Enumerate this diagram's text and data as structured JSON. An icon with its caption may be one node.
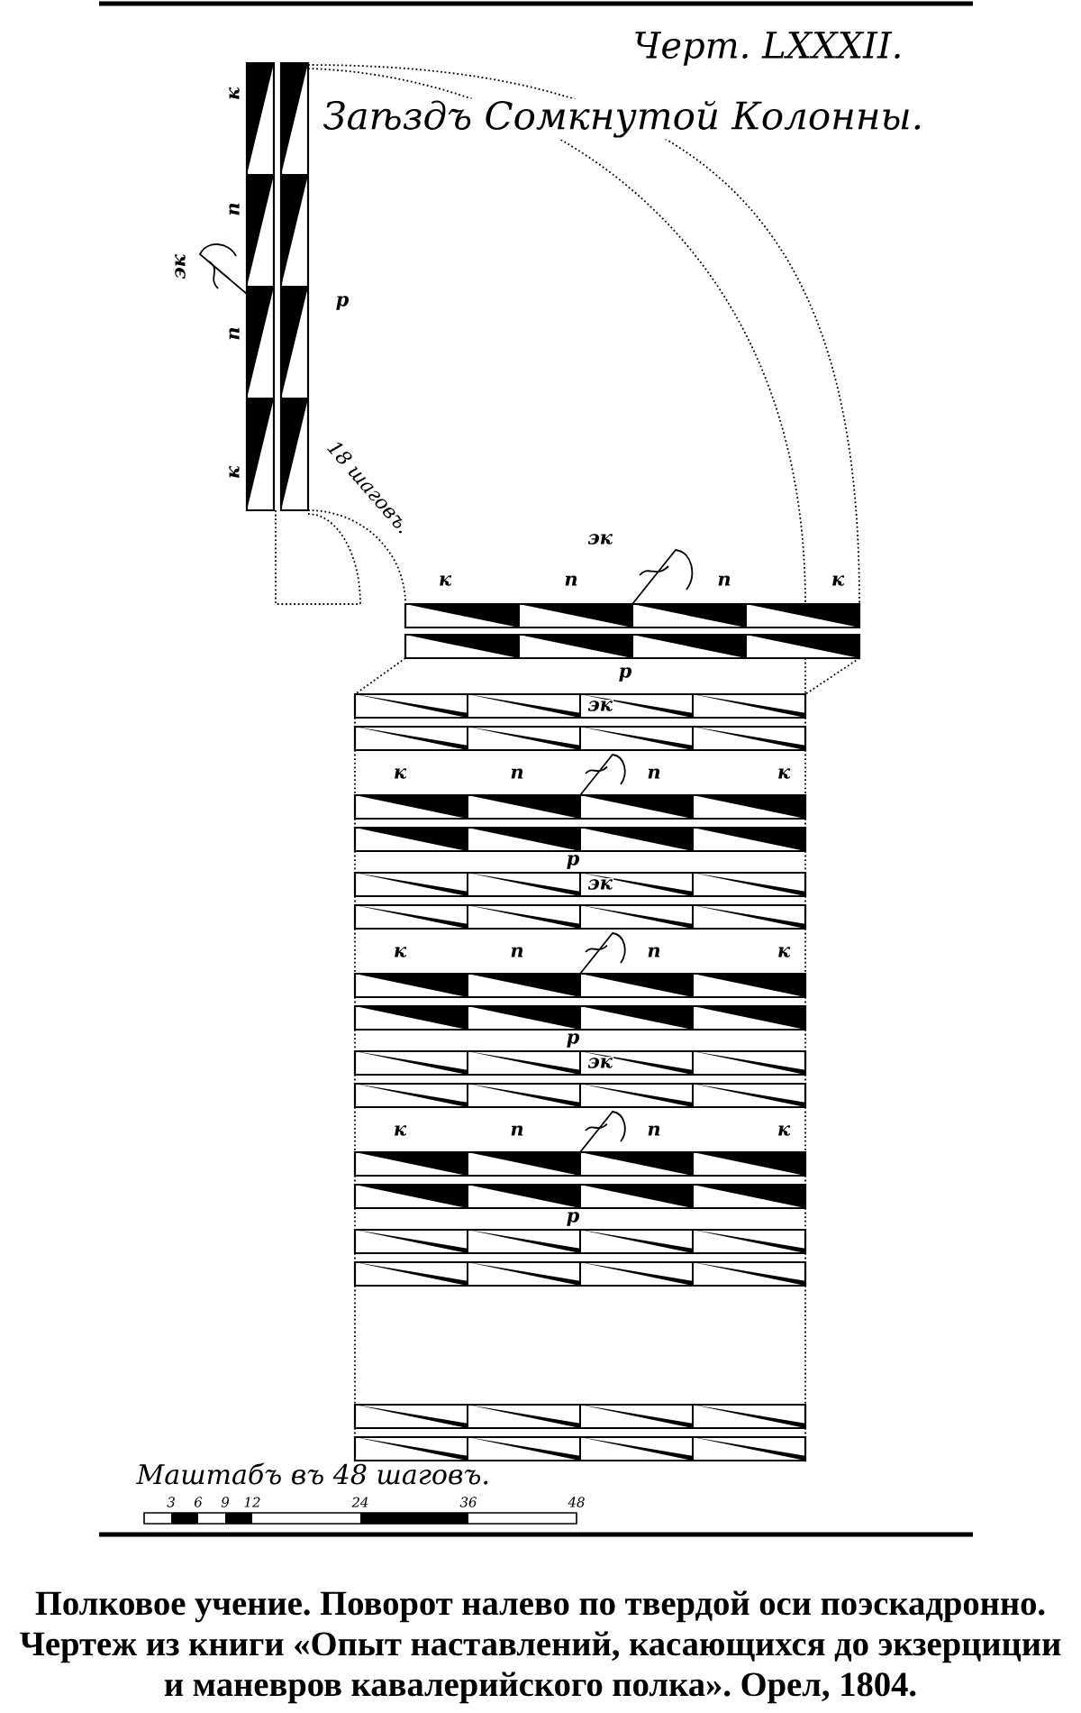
{
  "diagram": {
    "title": "Заѣздъ Сомкнутой Колонны.",
    "caption": "Полковое учение. Поворот налево по твердой оси поэскадронно. Чертеж из книги «Опыт наставлений, касающихся до экзерциции и маневров кавалерийского полка». Орел, 1804.",
    "labels": [
      "Черт. LXXXII.",
      "к",
      "п",
      "эк",
      "р",
      "п",
      "к",
      "18 шаговъ.",
      "эк",
      "к",
      "п",
      "п",
      "к",
      "р",
      "эк",
      "к",
      "п",
      "п",
      "к",
      "р",
      "эк",
      "к",
      "п",
      "п",
      "к",
      "р",
      "эк",
      "к",
      "п",
      "п",
      "к",
      "р",
      "Маштабъ въ 48 шаговъ.",
      "3",
      "6",
      "9",
      "12",
      "24",
      "36",
      "48"
    ]
  }
}
